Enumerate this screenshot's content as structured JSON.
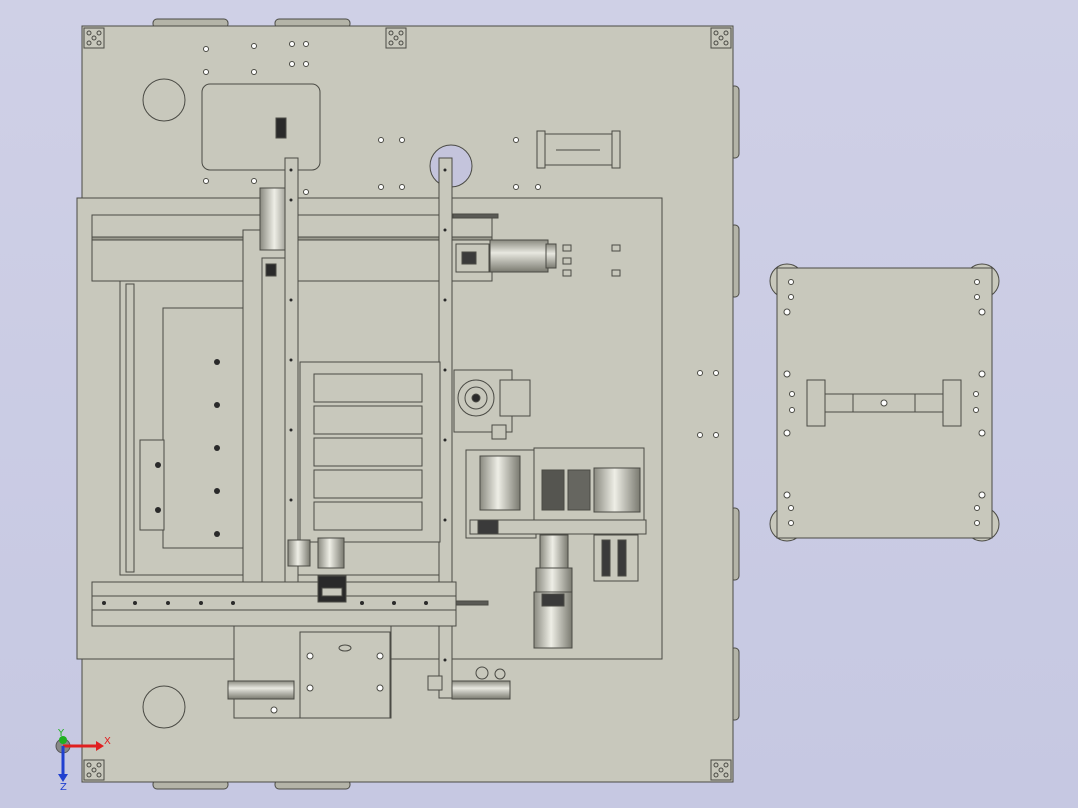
{
  "viewport": {
    "background_top": "#cfd0e6",
    "background_bottom": "#c6c8e2",
    "part_fill": "#c8c8bc",
    "part_stroke": "#4a4a44",
    "dark_fill": "#2a2a2a"
  },
  "triad": {
    "x_label": "X",
    "y_label": "Y",
    "z_label": "Z",
    "x_color": "#e02020",
    "y_color": "#20b020",
    "z_color": "#2040d0"
  }
}
